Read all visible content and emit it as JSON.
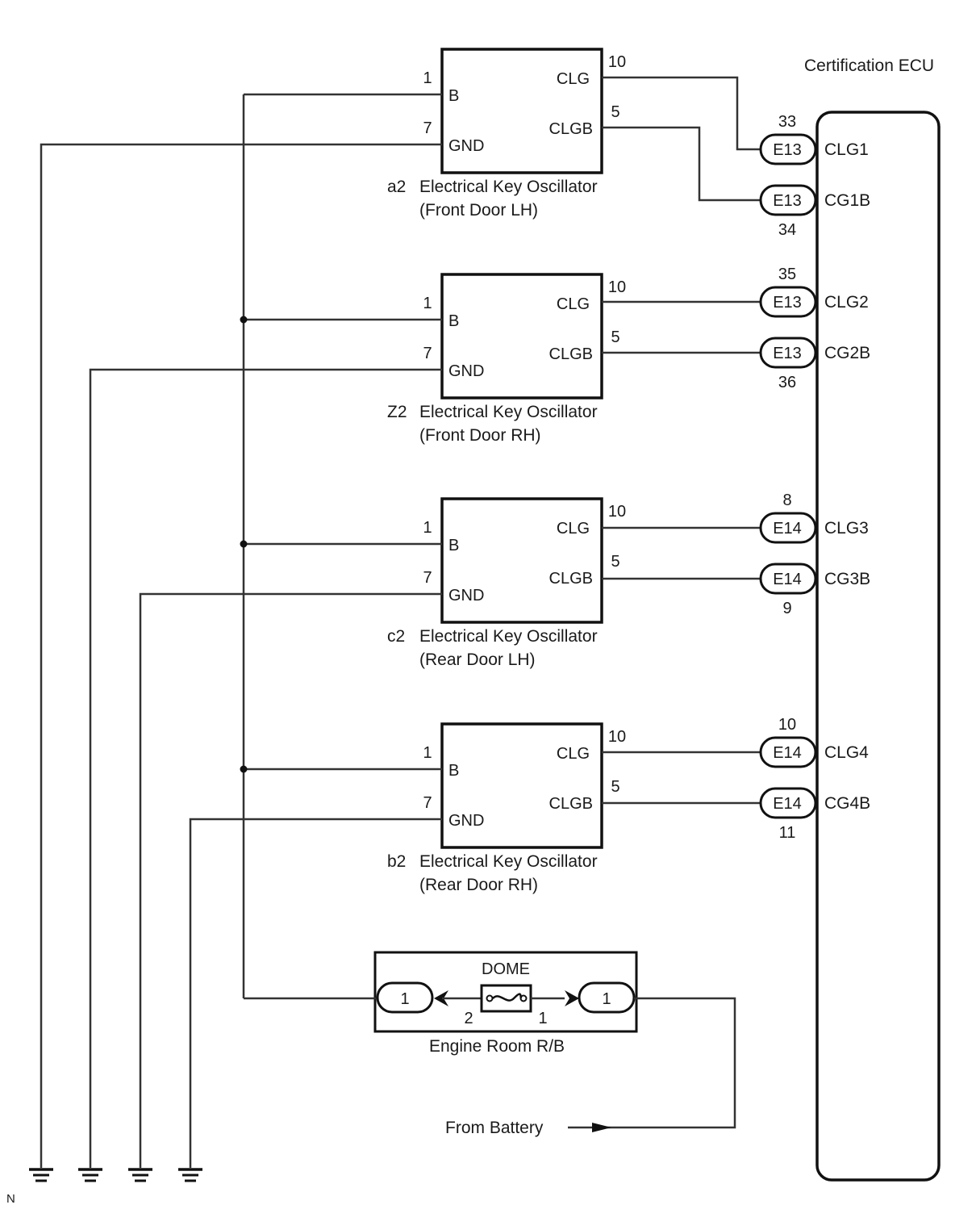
{
  "ecu": {
    "title": "Certification ECU",
    "terminals": [
      {
        "connector": "E13",
        "pin": "33",
        "name": "CLG1",
        "pin_pos": "above"
      },
      {
        "connector": "E13",
        "pin": "34",
        "name": "CG1B",
        "pin_pos": "below"
      },
      {
        "connector": "E13",
        "pin": "35",
        "name": "CLG2",
        "pin_pos": "above"
      },
      {
        "connector": "E13",
        "pin": "36",
        "name": "CG2B",
        "pin_pos": "below"
      },
      {
        "connector": "E14",
        "pin": "8",
        "name": "CLG3",
        "pin_pos": "above"
      },
      {
        "connector": "E14",
        "pin": "9",
        "name": "CG3B",
        "pin_pos": "below"
      },
      {
        "connector": "E14",
        "pin": "10",
        "name": "CLG4",
        "pin_pos": "above"
      },
      {
        "connector": "E14",
        "pin": "11",
        "name": "CG4B",
        "pin_pos": "below"
      }
    ]
  },
  "oscillators": [
    {
      "code": "a2",
      "name": "Electrical Key Oscillator",
      "location": "(Front Door LH)",
      "pins": {
        "b_pin": "1",
        "b_label": "B",
        "gnd_pin": "7",
        "gnd_label": "GND",
        "clg_pin": "10",
        "clg_label": "CLG",
        "clgb_pin": "5",
        "clgb_label": "CLGB"
      }
    },
    {
      "code": "Z2",
      "name": "Electrical Key Oscillator",
      "location": "(Front Door RH)",
      "pins": {
        "b_pin": "1",
        "b_label": "B",
        "gnd_pin": "7",
        "gnd_label": "GND",
        "clg_pin": "10",
        "clg_label": "CLG",
        "clgb_pin": "5",
        "clgb_label": "CLGB"
      }
    },
    {
      "code": "c2",
      "name": "Electrical Key Oscillator",
      "location": "(Rear Door LH)",
      "pins": {
        "b_pin": "1",
        "b_label": "B",
        "gnd_pin": "7",
        "gnd_label": "GND",
        "clg_pin": "10",
        "clg_label": "CLG",
        "clgb_pin": "5",
        "clgb_label": "CLGB"
      }
    },
    {
      "code": "b2",
      "name": "Electrical Key Oscillator",
      "location": "(Rear Door RH)",
      "pins": {
        "b_pin": "1",
        "b_label": "B",
        "gnd_pin": "7",
        "gnd_label": "GND",
        "clg_pin": "10",
        "clg_label": "CLG",
        "clgb_pin": "5",
        "clgb_label": "CLGB"
      }
    }
  ],
  "relay_block": {
    "name": "Engine Room R/B",
    "fuse": "DOME",
    "left_connector": "1",
    "right_connector": "1",
    "fuse_pin_left": "2",
    "fuse_pin_right": "1"
  },
  "battery_label": "From Battery",
  "corner_mark": "N"
}
